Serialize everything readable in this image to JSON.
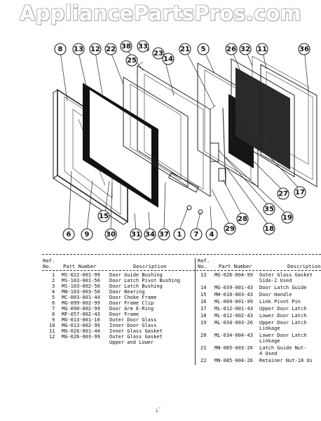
{
  "watermark": "AppliancePartsPros.com",
  "callouts": [
    "8",
    "13",
    "12",
    "22",
    "38",
    "33",
    "23",
    "25",
    "14",
    "21",
    "5",
    "26",
    "32",
    "11",
    "36",
    "6",
    "9",
    "15",
    "30",
    "31",
    "34",
    "37",
    "1",
    "7",
    "4",
    "29",
    "28",
    "18",
    "35",
    "27",
    "17",
    "19"
  ],
  "table": {
    "headers": {
      "ref_no": "Ref. No.",
      "ref": "Ref.",
      "no": "No.",
      "part_number": "Part Number",
      "description": "Description"
    },
    "left_rows": [
      {
        "ref": "1",
        "part": "MS-022-001-99",
        "desc": "Door Guide Bushing"
      },
      {
        "ref": "2",
        "part": "MS-103-001-50",
        "desc": "Door Latch Pivot Bushing"
      },
      {
        "ref": "3",
        "part": "MS-103-002-50",
        "desc": "Door Latch Bushing"
      },
      {
        "ref": "4",
        "part": "MN-103-003-50",
        "desc": "Door Bearing"
      },
      {
        "ref": "5",
        "part": "MC-003-001-44",
        "desc": "Door Choke Frame"
      },
      {
        "ref": "6",
        "part": "MG-099-002-99",
        "desc": "Door Frame Clip"
      },
      {
        "ref": "7",
        "part": "MG-090-002-99",
        "desc": "Door Arm E-Ring"
      },
      {
        "ref": "8",
        "part": "MF-057-002-43",
        "desc": "Door Frame"
      },
      {
        "ref": "9",
        "part": "MG-013-001-10",
        "desc": "Outer Door Glass"
      },
      {
        "ref": "10",
        "part": "MG-013-002-99",
        "desc": "Inner Door Glass"
      },
      {
        "ref": "11",
        "part": "MG-026-001-44",
        "desc": "Inner Glass Gasket"
      },
      {
        "ref": "12",
        "part": "MG-026-003-99",
        "desc": "Outer Glass Gasket",
        "desc2": "Upper and Lower"
      }
    ],
    "right_rows": [
      {
        "ref": "13",
        "part": "MG-026-004-99",
        "desc": "Outer Glass Gasket",
        "desc2": "Side-2 Used"
      },
      {
        "ref": "14",
        "part": "MG-039-001-43",
        "desc": "Door Latch Guide"
      },
      {
        "ref": "15",
        "part": "MH-010-003-43",
        "desc": "Door Handle"
      },
      {
        "ref": "16",
        "part": "ML-009-001-99",
        "desc": "Link Pivot Pin"
      },
      {
        "ref": "17",
        "part": "ML-012-001-43",
        "desc": "Upper Door Latch"
      },
      {
        "ref": "18",
        "part": "ML-012-002-43",
        "desc": "Lower Door Latch"
      },
      {
        "ref": "19",
        "part": "ML-034-003-26",
        "desc": "Upper Door Latch",
        "desc2": "Linkage"
      },
      {
        "ref": "20",
        "part": "ML-034-004-43",
        "desc": "Lower Door Latch",
        "desc2": "Linkage"
      },
      {
        "ref": "21",
        "part": "MN-085-003-26",
        "desc": "Latch Guide Nut-",
        "desc2": "4 Used"
      },
      {
        "ref": "22",
        "part": "MN-085-004-26",
        "desc": "Retainer Nut-18 Us"
      }
    ]
  },
  "page_mark": "ﾚﾞ"
}
